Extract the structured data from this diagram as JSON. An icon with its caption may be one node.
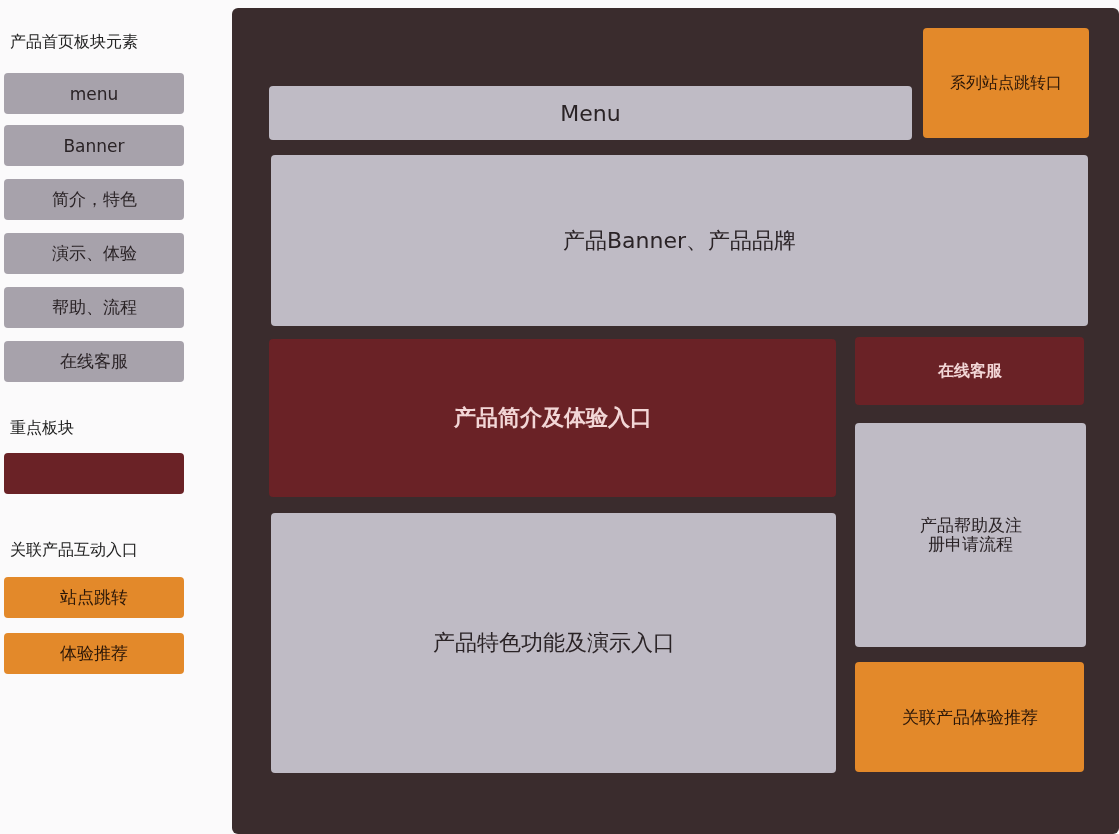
{
  "diagram": {
    "nodes": [
      {
        "text": [
          "menu"
        ]
      },
      {
        "text": [
          "Banner"
        ]
      },
      {
        "text": [
          "简介，特色"
        ]
      },
      {
        "text": [
          "演示、体验"
        ]
      },
      {
        "text": [
          "帮助、流程"
        ]
      },
      {
        "text": [
          "在线客服"
        ]
      },
      {
        "text": [],
        "shape": "box"
      },
      {
        "text": [
          "站点跳转"
        ]
      },
      {
        "text": [
          "体验推荐"
        ]
      },
      {
        "text": [],
        "shape": "box"
      },
      {
        "text": [
          "系列站点跳转口"
        ],
        "in": 9
      },
      {
        "text": [
          "Menu"
        ],
        "in": 9
      },
      {
        "text": [
          "产品Banner、产品品牌"
        ],
        "in": 9
      },
      {
        "text": [
          "产品简介及体验入口"
        ],
        "in": 9
      },
      {
        "text": [
          "在线客服"
        ],
        "in": 9
      },
      {
        "text": [
          "产品帮助及注册申请流程"
        ],
        "in": 9
      },
      {
        "text": [
          "产品特色功能及演示入口"
        ],
        "in": 9
      },
      {
        "text": [
          "关联产品体验推荐"
        ],
        "in": 9
      }
    ],
    "labels": [
      "产品首页板块元素",
      "重点板块",
      "关联产品互动入口"
    ]
  }
}
